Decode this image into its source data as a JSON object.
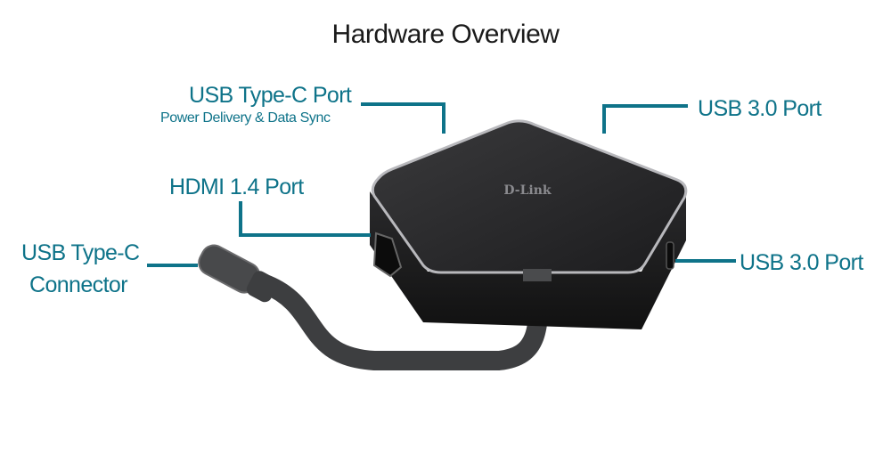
{
  "title": "Hardware Overview",
  "labels": {
    "usbc_port": "USB Type-C Port",
    "usbc_port_sub": "Power Delivery & Data Sync",
    "hdmi": "HDMI 1.4 Port",
    "connector_line1": "USB Type-C",
    "connector_line2": "Connector",
    "usb3_top": "USB 3.0 Port",
    "usb3_right": "USB 3.0 Port"
  },
  "device": {
    "brand": "D-Link"
  },
  "colors": {
    "accent": "#0e7389",
    "device": "#2b2b2d"
  }
}
